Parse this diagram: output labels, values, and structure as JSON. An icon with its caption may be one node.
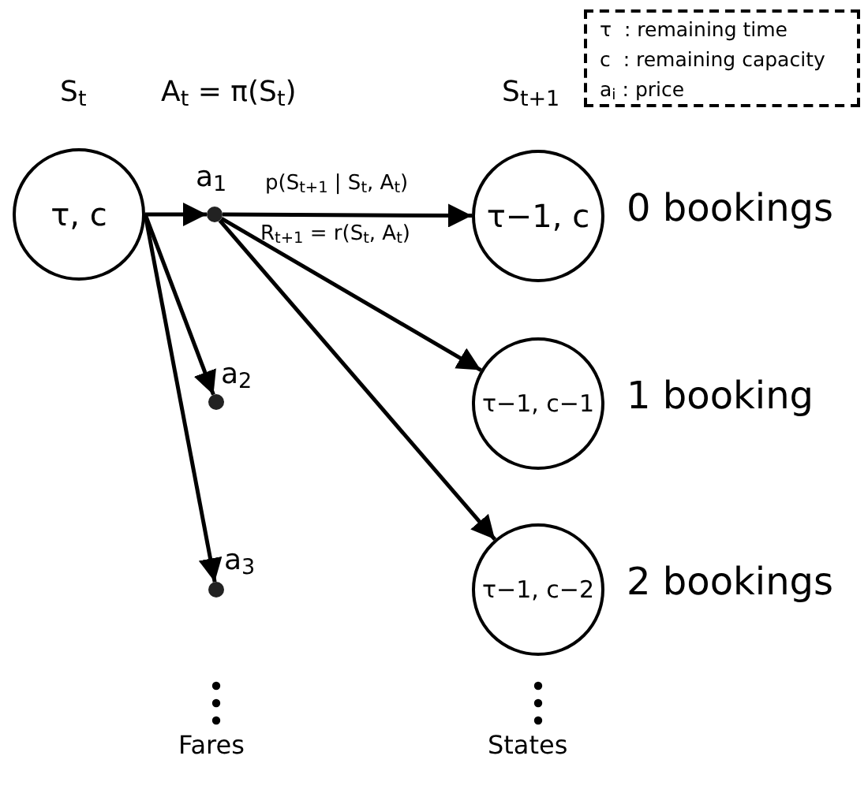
{
  "diagram": {
    "nodes": [
      {
        "text": [
          "τ, c"
        ]
      },
      {
        "text": [],
        "shape": "circle",
        "beside": [
          "a$_{1}$"
        ]
      },
      {
        "text": [],
        "shape": "circle",
        "beside": [
          "a$_{2}$"
        ]
      },
      {
        "text": [],
        "shape": "circle",
        "beside": [
          "a$_{3}$"
        ]
      },
      {
        "text": [
          "τ−1, c"
        ],
        "beside": [
          "0 bookings"
        ]
      },
      {
        "text": [
          "τ−1, c−1"
        ],
        "beside": [
          "1 booking"
        ]
      },
      {
        "text": [
          "τ−1, c−2"
        ],
        "beside": [
          "2 bookings"
        ]
      },
      {
        "text": [
          "τ  : remaining time",
          "c  : remaining capacity",
          "a$_{i}$ : price"
        ]
      }
    ],
    "edges": [
      {
        "from": 0,
        "to": 1,
        "arrow": "to"
      },
      {
        "from": 0,
        "to": 2,
        "arrow": "to"
      },
      {
        "from": 0,
        "to": 3,
        "arrow": "to"
      },
      {
        "from": 1,
        "to": 4,
        "arrow": "to",
        "label": "p(S$_{t+1}$ | S$_{t}$, A$_{t}$)"
      },
      {
        "from": 1,
        "to": 5,
        "arrow": "to"
      },
      {
        "from": 1,
        "to": 6,
        "arrow": "to"
      }
    ],
    "labels": [
      "S$_{t}$",
      "A$_{t}$ = π(S$_{t}$)",
      "S$_{t+1}$",
      "R$_{t+1}$ = r(S$_{t}$, A$_{t}$)",
      "Fares",
      "States"
    ]
  }
}
